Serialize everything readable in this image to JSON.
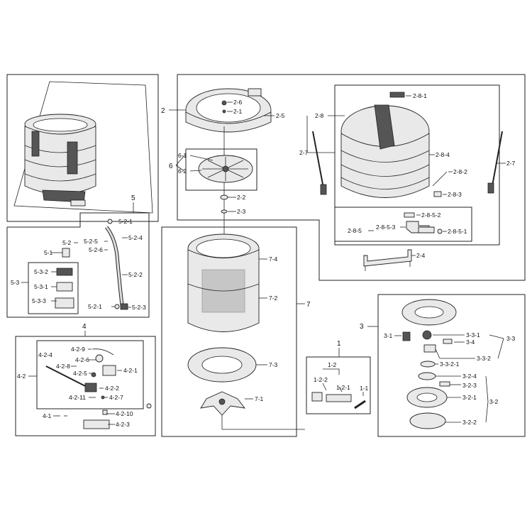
{
  "labels": {
    "l_2": "2",
    "l_2_6": "2-6",
    "l_2_1": "2-1",
    "l_2_5": "2-5",
    "l_6": "6",
    "l_6_1": "6-1",
    "l_6_2": "6-2",
    "l_2_2": "2-2",
    "l_2_3": "2-3",
    "l_2_8_1": "2-8-1",
    "l_2_8": "2-8",
    "l_2_7_left": "2-7",
    "l_2_7_right": "2-7",
    "l_2_8_4": "2-8-4",
    "l_2_8_2": "2-8-2",
    "l_2_8_3": "2-8-3",
    "l_2_8_5_2": "2-8-5-2",
    "l_2_8_5": "2-8-5",
    "l_2_8_5_3": "2-8-5-3",
    "l_2_8_5_1": "2-8-5-1",
    "l_2_4": "2-4",
    "l_5": "5",
    "l_5_2_1_top": "5-2-1",
    "l_5_2": "5-2",
    "l_5_2_4": "5-2-4",
    "l_5_2_5": "5-2-5",
    "l_5_2_6": "5-2-6",
    "l_5_1": "5-1",
    "l_5_3_2": "5-3-2",
    "l_5_3": "5-3",
    "l_5_3_1": "5-3-1",
    "l_5_3_3": "5-3-3",
    "l_5_2_2": "5-2-2",
    "l_5_2_1_bottom": "5-2-1",
    "l_5_2_3": "5-2-3",
    "l_7_4": "7-4",
    "l_7_2": "7-2",
    "l_7": "7",
    "l_7_3": "7-3",
    "l_7_1": "7-1",
    "l_3": "3",
    "l_3_1": "3-1",
    "l_3_3_1": "3-3-1",
    "l_3_3": "3-3",
    "l_3_4": "3-4",
    "l_3_3_2": "3-3-2",
    "l_3_3_2_1": "3-3-2-1",
    "l_3_2_4": "3-2-4",
    "l_3_2_3": "3-2-3",
    "l_3_2_1": "3-2-1",
    "l_3_2": "3-2",
    "l_3_2_2": "3-2-2",
    "l_4": "4",
    "l_4_2_9": "4-2-9",
    "l_4_2_4": "4-2-4",
    "l_4_2_6": "4-2-6",
    "l_4_2_8": "4-2-8",
    "l_4_2_1": "4-2-1",
    "l_4_2": "4-2",
    "l_4_2_5": "4-2-5",
    "l_4_2_2": "4-2-2",
    "l_4_2_11": "4-2-11",
    "l_4_2_7": "4-2-7",
    "l_4_1": "4-1",
    "l_4_2_10": "4-2-10",
    "l_4_2_3": "4-2-3",
    "l_1": "1",
    "l_1_2": "1-2",
    "l_1_2_2": "1-2-2",
    "l_1_2_1": "1-2-1",
    "l_1_1": "1-1"
  }
}
